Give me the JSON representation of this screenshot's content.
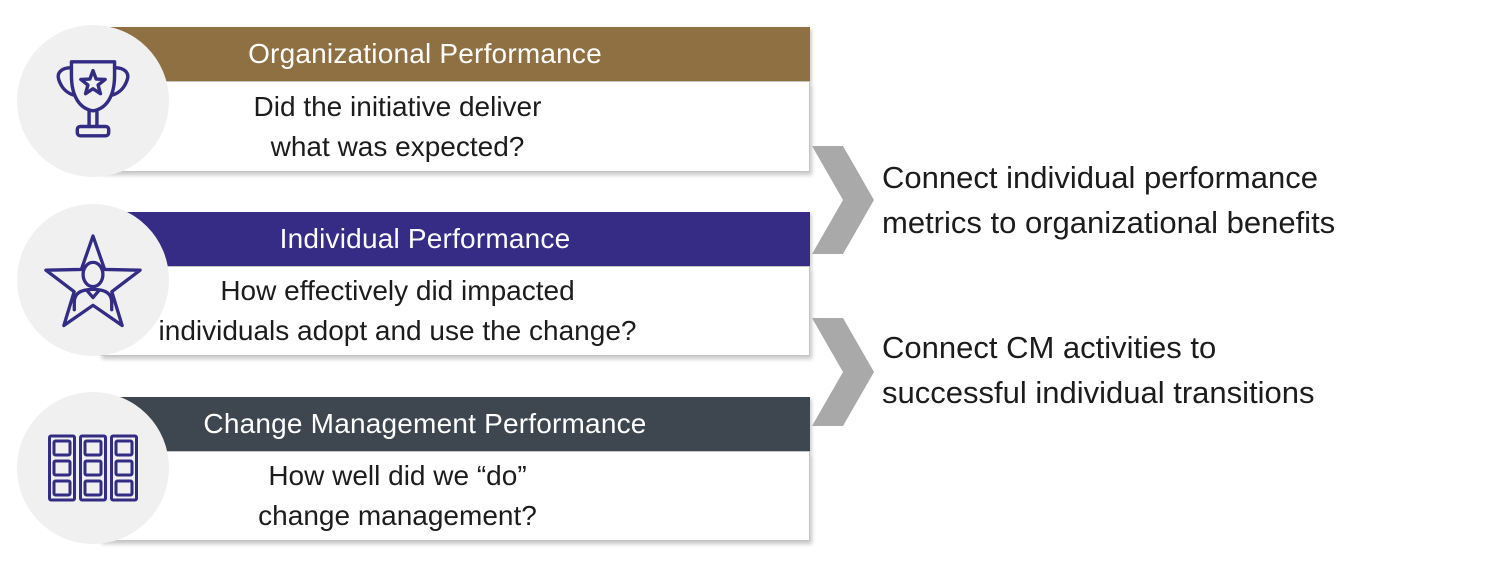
{
  "colors": {
    "icon_outline": "#332c85",
    "arrow": "#a9a9a9",
    "circle_bg": "#f0f0f0",
    "body_border": "#c4c4c4",
    "text": "#1c1c1c",
    "header_text": "#ffffff"
  },
  "cards": [
    {
      "icon": "trophy-icon",
      "header": "Organizational Performance",
      "header_color": "#8e7043",
      "body_lines": [
        "Did the initiative deliver",
        "what was expected?"
      ]
    },
    {
      "icon": "star-person-icon",
      "header": "Individual Performance",
      "header_color": "#362c85",
      "body_lines": [
        "How effectively did impacted",
        "individuals adopt and use the change?"
      ]
    },
    {
      "icon": "kanban-columns-icon",
      "header": "Change Management Performance",
      "header_color": "#3e4650",
      "body_lines": [
        "How well did we “do”",
        "change management?"
      ]
    }
  ],
  "connections": [
    {
      "arrow": "chevron-right-icon",
      "lines": [
        "Connect individual performance",
        "metrics to organizational benefits"
      ]
    },
    {
      "arrow": "chevron-right-icon",
      "lines": [
        "Connect CM activities to",
        "successful individual transitions"
      ]
    }
  ]
}
